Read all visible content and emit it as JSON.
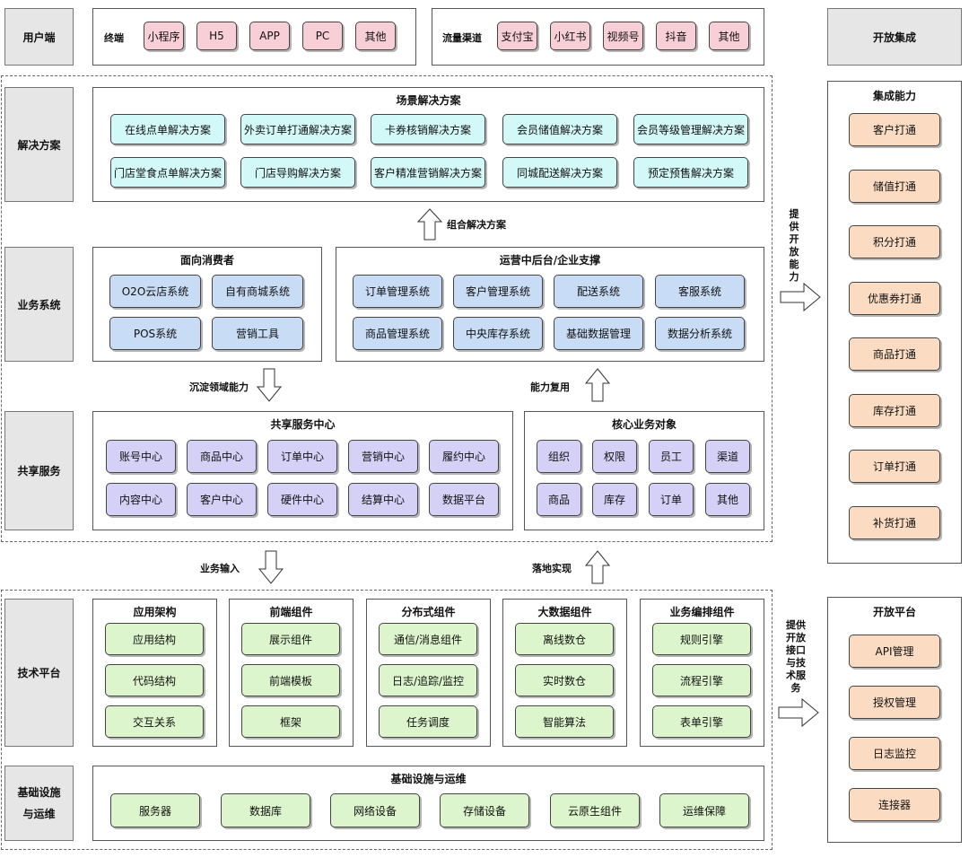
{
  "row_labels": {
    "user": "用户端",
    "solution": "解决方案",
    "business": "业务系统",
    "shared": "共享服务",
    "tech": "技术平台",
    "infra_line1": "基础设施",
    "infra_line2": "与运维"
  },
  "user": {
    "terminal_label": "终端",
    "terminals": [
      "小程序",
      "H5",
      "APP",
      "PC",
      "其他"
    ],
    "traffic_label": "流量渠道",
    "traffic": [
      "支付宝",
      "小红书",
      "视频号",
      "抖音",
      "其他"
    ]
  },
  "open_integration": {
    "title": "开放集成"
  },
  "solution": {
    "title": "场景解决方案",
    "items": [
      "在线点单解决方案",
      "外卖订单打通解决方案",
      "卡券核销解决方案",
      "会员储值解决方案",
      "会员等级管理解决方案",
      "门店堂食点单解决方案",
      "门店导购解决方案",
      "客户精准营销解决方案",
      "同城配送解决方案",
      "预定预售解决方案"
    ]
  },
  "arrows": {
    "combine": "组合解决方案",
    "settle": "沉淀领域能力",
    "reuse": "能力复用",
    "business_input": "业务输入",
    "landing": "落地实现",
    "provide_open": "提供开放能力",
    "provide_api": "提供开放接口与技术服务"
  },
  "business": {
    "consumer_title": "面向消费者",
    "consumer_items": [
      "O2O云店系统",
      "自有商城系统",
      "POS系统",
      "营销工具"
    ],
    "ops_title": "运营中后台/企业支撑",
    "ops_items": [
      "订单管理系统",
      "客户管理系统",
      "配送系统",
      "客服系统",
      "商品管理系统",
      "中央库存系统",
      "基础数据管理",
      "数据分析系统"
    ]
  },
  "shared": {
    "center_title": "共享服务中心",
    "center_items": [
      "账号中心",
      "商品中心",
      "订单中心",
      "营销中心",
      "履约中心",
      "内容中心",
      "客户中心",
      "硬件中心",
      "结算中心",
      "数据平台"
    ],
    "core_title": "核心业务对象",
    "core_items": [
      "组织",
      "权限",
      "员工",
      "渠道",
      "商品",
      "库存",
      "订单",
      "其他"
    ]
  },
  "tech": {
    "groups": [
      {
        "title": "应用架构",
        "items": [
          "应用结构",
          "代码结构",
          "交互关系"
        ]
      },
      {
        "title": "前端组件",
        "items": [
          "展示组件",
          "前端模板",
          "框架"
        ]
      },
      {
        "title": "分布式组件",
        "items": [
          "通信/消息组件",
          "日志/追踪/监控",
          "任务调度"
        ]
      },
      {
        "title": "大数据组件",
        "items": [
          "离线数仓",
          "实时数仓",
          "智能算法"
        ]
      },
      {
        "title": "业务编排组件",
        "items": [
          "规则引擎",
          "流程引擎",
          "表单引擎"
        ]
      }
    ]
  },
  "infra": {
    "title": "基础设施与运维",
    "items": [
      "服务器",
      "数据库",
      "网络设备",
      "存储设备",
      "云原生组件",
      "运维保障"
    ]
  },
  "integration": {
    "title": "集成能力",
    "items": [
      "客户打通",
      "储值打通",
      "积分打通",
      "优惠券打通",
      "商品打通",
      "库存打通",
      "订单打通",
      "补货打通"
    ]
  },
  "open_platform": {
    "title": "开放平台",
    "items": [
      "API管理",
      "授权管理",
      "日志监控",
      "连接器"
    ]
  }
}
